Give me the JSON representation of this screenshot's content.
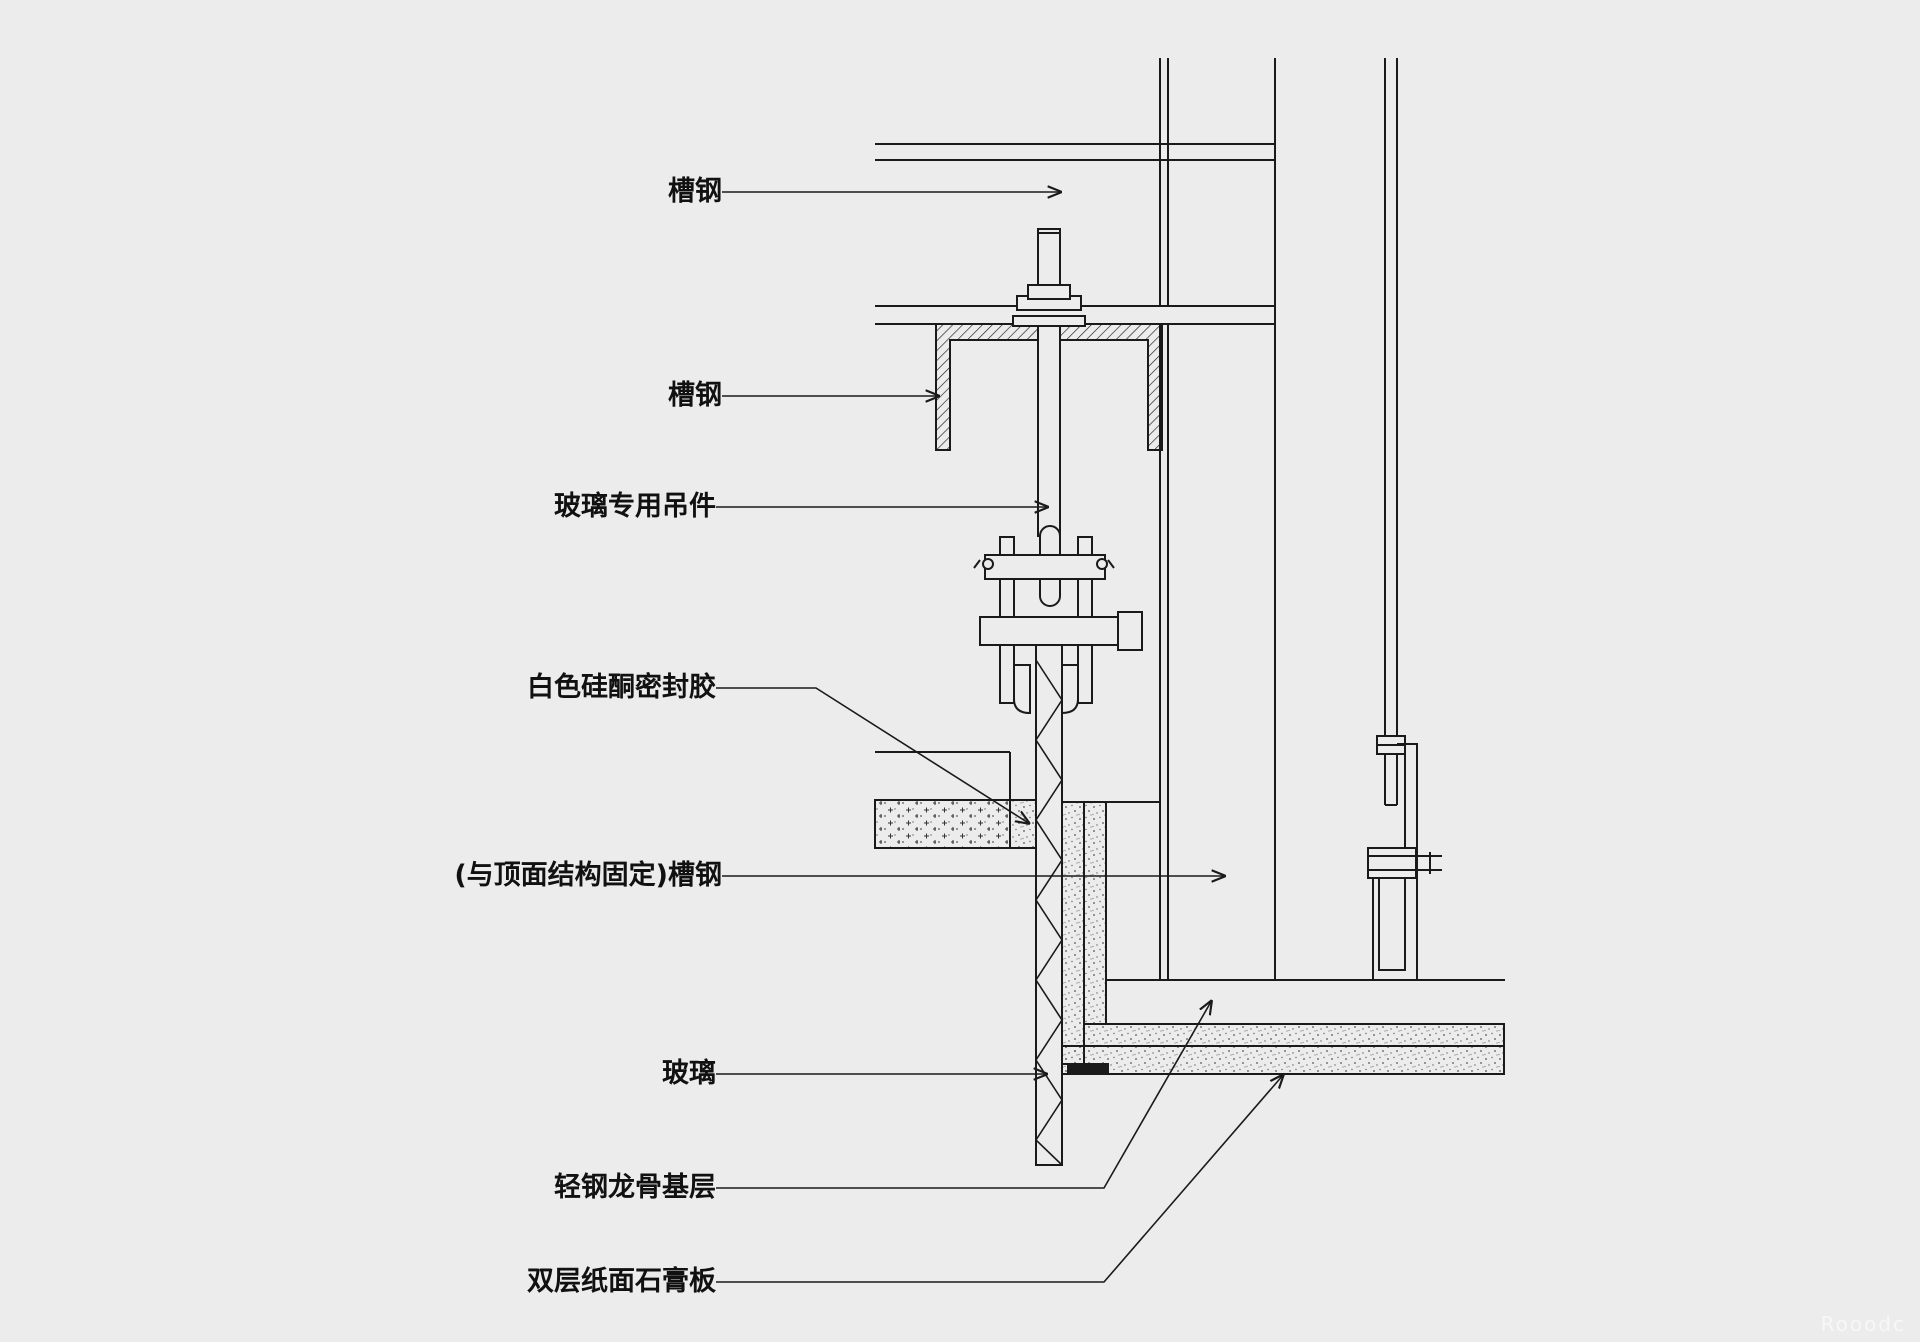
{
  "labels": {
    "channel_steel_top": "槽钢",
    "channel_steel_mid": "槽钢",
    "glass_hanger": "玻璃专用吊件",
    "silicone_sealant": "白色硅酮密封胶",
    "channel_steel_fixed": "(与顶面结构固定)槽钢",
    "glass": "玻璃",
    "light_steel_keel": "轻钢龙骨基层",
    "double_gypsum_board": "双层纸面石膏板"
  },
  "watermark": "Rooodc",
  "colors": {
    "background": "#ececec",
    "line": "#1a1a1a"
  }
}
